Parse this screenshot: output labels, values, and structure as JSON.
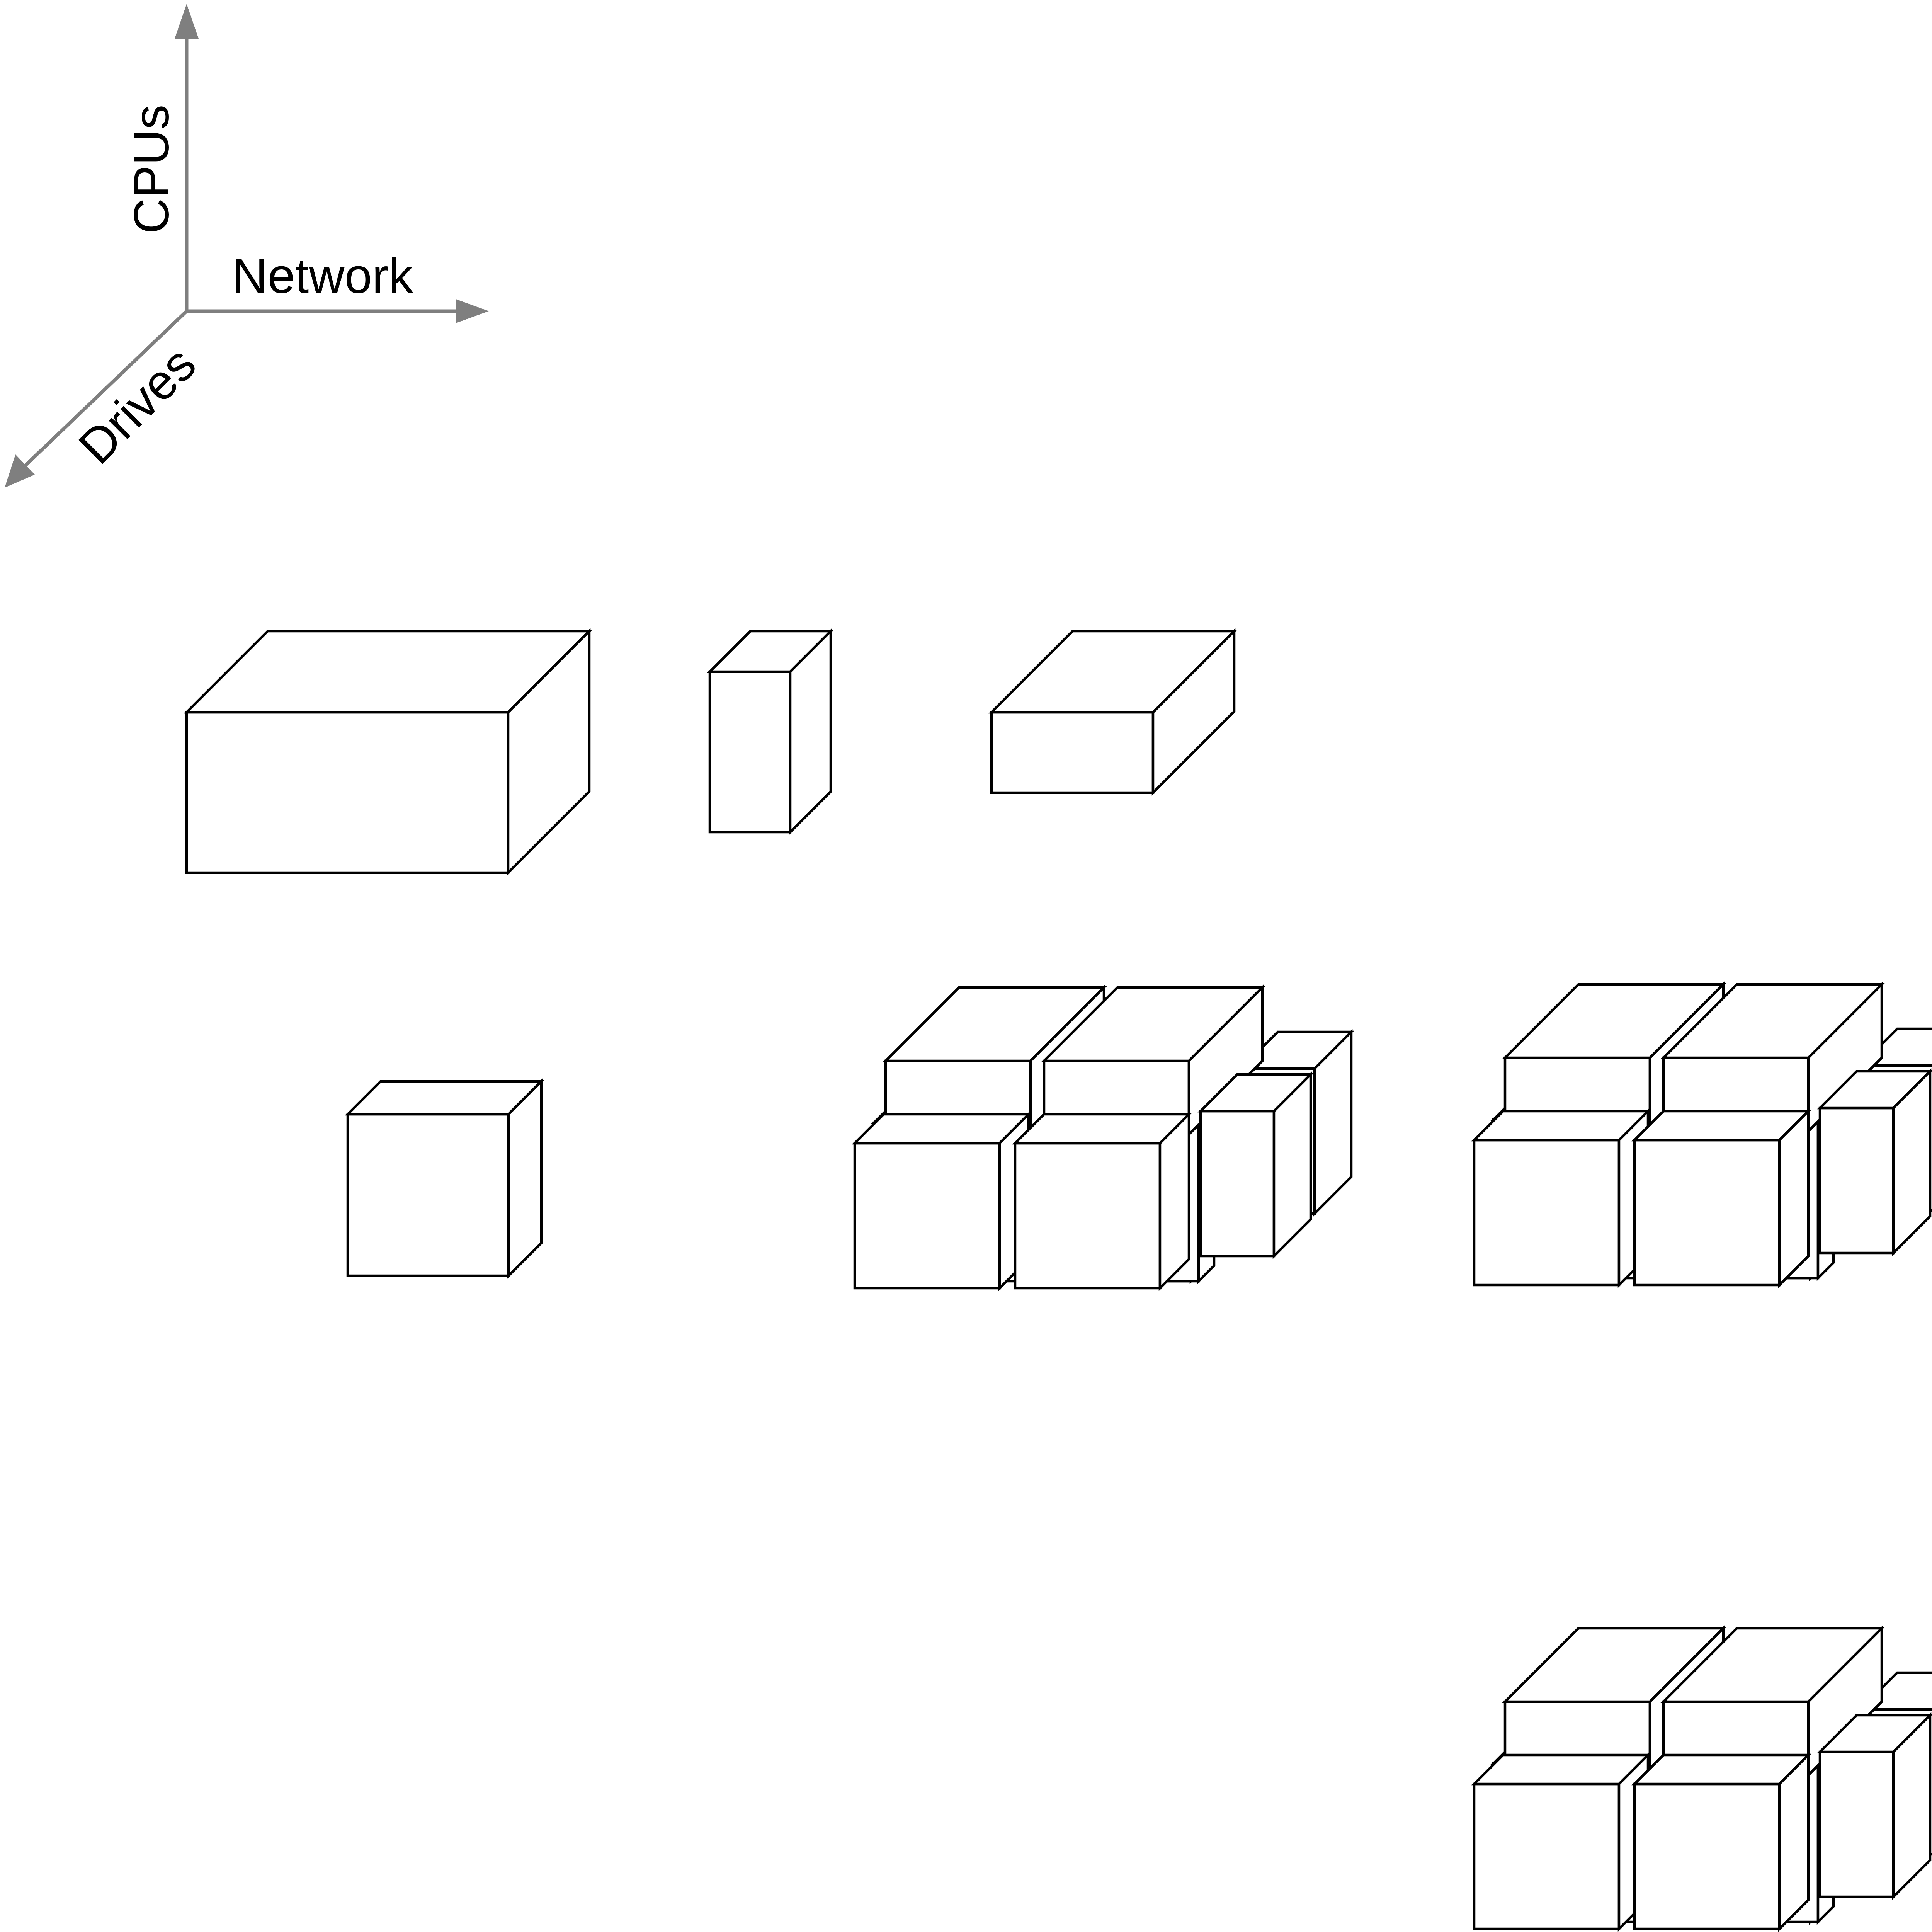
{
  "axes": {
    "color": "#7f7f7f",
    "labels": {
      "cpus": "CPUs",
      "network": "Network",
      "drives": "Drives"
    }
  },
  "box_style": {
    "fill": "#ffffff",
    "stroke": "#000000"
  },
  "groups": [
    {
      "name": "single-box-wide",
      "box_count": 1
    },
    {
      "name": "single-box-tall",
      "box_count": 1
    },
    {
      "name": "single-box-flat",
      "box_count": 1
    },
    {
      "name": "single-box-cube",
      "box_count": 1
    },
    {
      "name": "box-cluster-1",
      "box_count": 8
    },
    {
      "name": "box-cluster-2",
      "box_count": 8
    },
    {
      "name": "box-cluster-3",
      "box_count": 8
    }
  ]
}
